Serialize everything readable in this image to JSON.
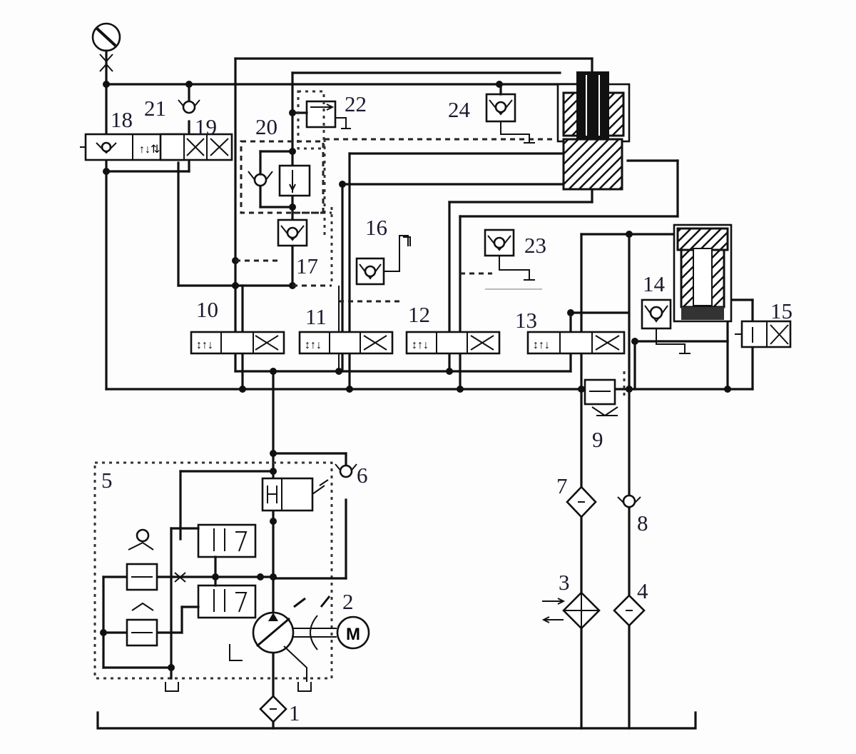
{
  "diagram": {
    "type": "hydraulic-circuit-schematic",
    "line_color": "#111111",
    "label_color": "#1a1a2e",
    "background": "#fdfdfd"
  },
  "labels": [
    {
      "id": "1",
      "text": "1",
      "component": "suction-filter"
    },
    {
      "id": "2",
      "text": "2",
      "component": "variable-displacement-pump"
    },
    {
      "id": "3",
      "text": "3",
      "component": "cooler"
    },
    {
      "id": "4",
      "text": "4",
      "component": "return-filter"
    },
    {
      "id": "5",
      "text": "5",
      "component": "pump-control-block"
    },
    {
      "id": "6",
      "text": "6",
      "component": "check-valve"
    },
    {
      "id": "7",
      "text": "7",
      "component": "filter"
    },
    {
      "id": "8",
      "text": "8",
      "component": "check-valve"
    },
    {
      "id": "9",
      "text": "9",
      "component": "back-pressure-valve"
    },
    {
      "id": "10",
      "text": "10",
      "component": "directional-valve"
    },
    {
      "id": "11",
      "text": "11",
      "component": "directional-valve"
    },
    {
      "id": "12",
      "text": "12",
      "component": "directional-valve"
    },
    {
      "id": "13",
      "text": "13",
      "component": "directional-valve"
    },
    {
      "id": "14",
      "text": "14",
      "component": "pilot-check-valve"
    },
    {
      "id": "15",
      "text": "15",
      "component": "directional-valve"
    },
    {
      "id": "16",
      "text": "16",
      "component": "pilot-check-valve"
    },
    {
      "id": "17",
      "text": "17",
      "component": "pilot-check-valve"
    },
    {
      "id": "18",
      "text": "18",
      "component": "directional-valve"
    },
    {
      "id": "19",
      "text": "19",
      "component": "directional-valve"
    },
    {
      "id": "20",
      "text": "20",
      "component": "balance-valve-block"
    },
    {
      "id": "21",
      "text": "21",
      "component": "check-valve"
    },
    {
      "id": "22",
      "text": "22",
      "component": "relief-valve"
    },
    {
      "id": "23",
      "text": "23",
      "component": "pilot-check-valve"
    },
    {
      "id": "24",
      "text": "24",
      "component": "pilot-check-valve"
    }
  ],
  "symbols": {
    "gauge": "pressure-gauge-icon",
    "motor": "M"
  }
}
